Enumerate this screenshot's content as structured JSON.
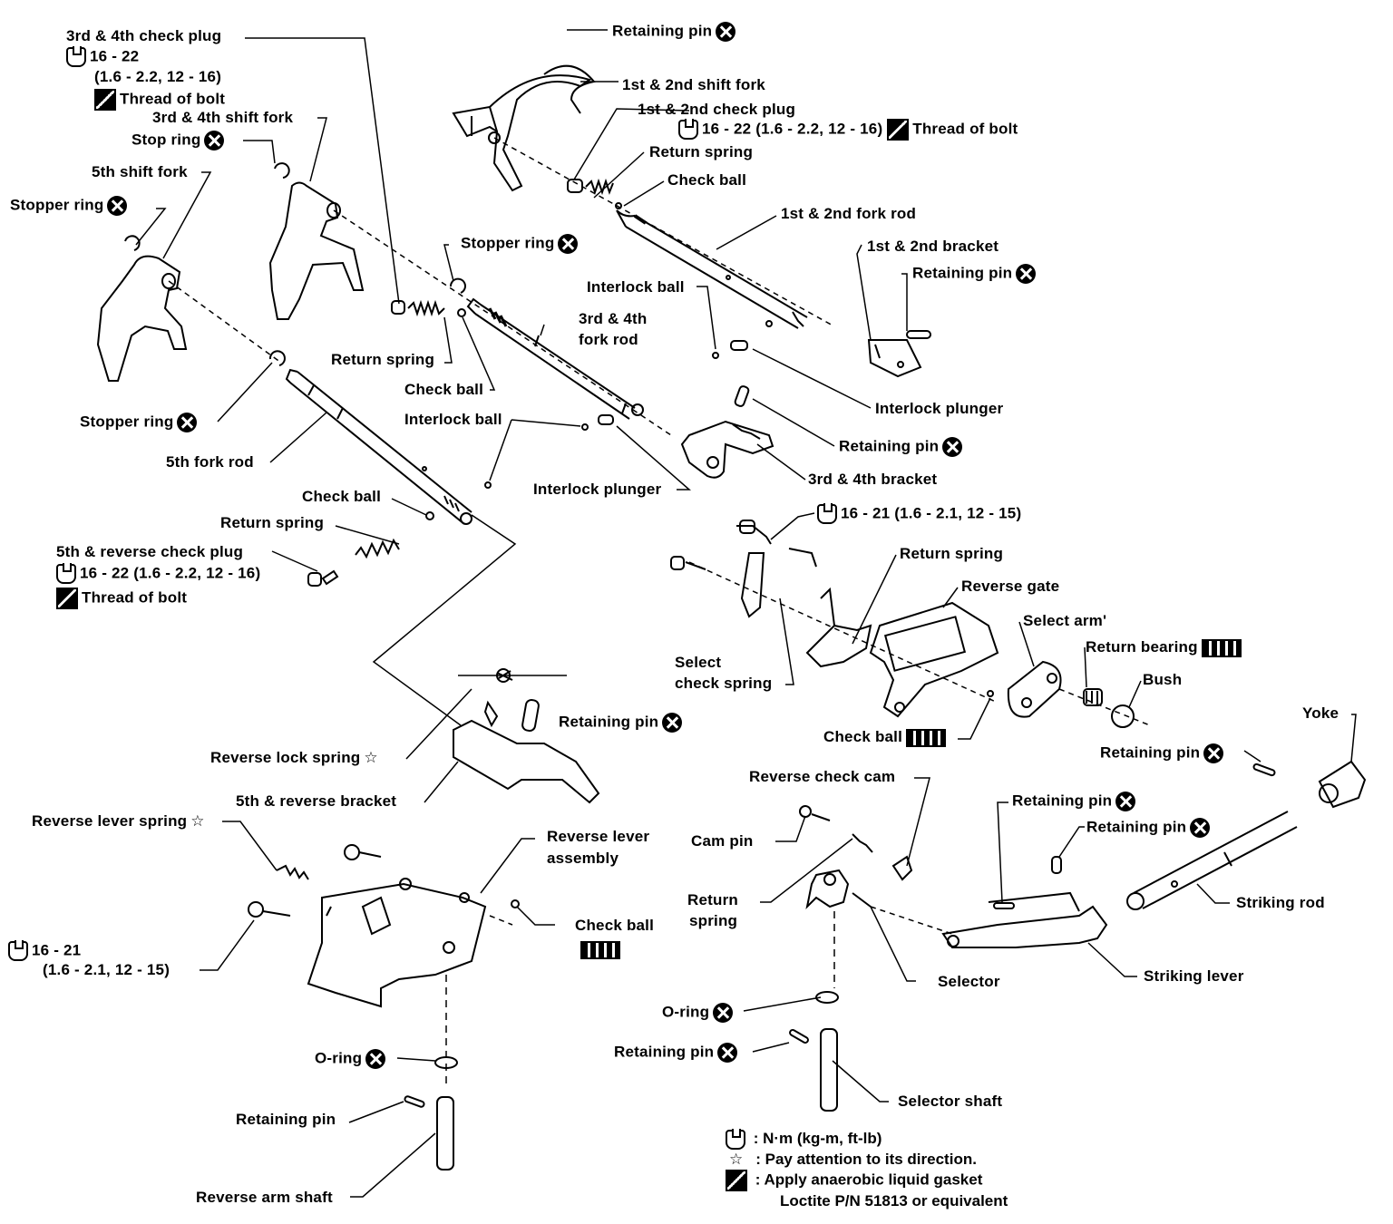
{
  "icons": {
    "replace": "circled-x-icon",
    "torque": "torque-wrench-icon",
    "thread_lock": "thread-locker-icon",
    "grease": "grease-icon",
    "direction": "star-outline-icon"
  },
  "labels": {
    "retaining_pin_top": "Retaining pin",
    "first_second_shift_fork": "1st & 2nd shift fork",
    "first_second_check_plug": "1st & 2nd check plug",
    "first_second_check_plug_torque": "16 - 22 (1.6 - 2.2, 12 - 16)",
    "first_second_check_plug_thread": "Thread of bolt",
    "return_spring_upper": "Return spring",
    "check_ball_upper": "Check ball",
    "first_second_fork_rod": "1st & 2nd fork rod",
    "first_second_bracket": "1st & 2nd bracket",
    "retaining_pin_bracket12": "Retaining pin",
    "third_fourth_check_plug": "3rd & 4th check plug",
    "third_fourth_check_plug_torque1": "16 - 22",
    "third_fourth_check_plug_torque2": "(1.6 - 2.2, 12 - 16)",
    "third_fourth_check_plug_thread": "Thread of bolt",
    "third_fourth_shift_fork": "3rd & 4th shift fork",
    "stop_ring": "Stop ring",
    "fifth_shift_fork": "5th shift fork",
    "stopper_ring_left": "Stopper ring",
    "stopper_ring_mid": "Stopper ring",
    "interlock_ball_upper": "Interlock ball",
    "third_fourth_fork_rod1": "3rd & 4th",
    "third_fourth_fork_rod2": "fork rod",
    "return_spring_mid": "Return spring",
    "check_ball_mid": "Check ball",
    "interlock_plunger_upper": "Interlock plunger",
    "interlock_ball_mid": "Interlock ball",
    "retaining_pin_bracket34": "Retaining pin",
    "stopper_ring_lower": "Stopper ring",
    "fifth_fork_rod": "5th fork rod",
    "third_fourth_bracket": "3rd & 4th bracket",
    "interlock_plunger_lower": "Interlock plunger",
    "check_ball_lower": "Check ball",
    "select_torque": "16 - 21 (1.6 - 2.1, 12 - 15)",
    "return_spring_lower": "Return spring",
    "fifth_rev_check_plug": "5th & reverse check plug",
    "fifth_rev_check_plug_torque": "16 - 22 (1.6 - 2.2, 12 - 16)",
    "fifth_rev_check_plug_thread": "Thread of bolt",
    "return_spring_select": "Return spring",
    "reverse_gate": "Reverse gate",
    "select_arm": "Select arm'",
    "return_bearing": "Return bearing",
    "select_check_spring1": "Select",
    "select_check_spring2": "check spring",
    "bush": "Bush",
    "yoke": "Yoke",
    "retaining_pin_rev_bracket": "Retaining pin",
    "check_ball_gate": "Check ball",
    "reverse_lock_spring": "Reverse lock spring",
    "retaining_pin_yoke": "Retaining pin",
    "reverse_check_cam": "Reverse check cam",
    "fifth_rev_bracket": "5th & reverse bracket",
    "retaining_pin_lever1": "Retaining pin",
    "reverse_lever_spring": "Reverse lever spring",
    "retaining_pin_lever2": "Retaining pin",
    "cam_pin": "Cam pin",
    "reverse_lever_assembly1": "Reverse lever",
    "reverse_lever_assembly2": "assembly",
    "return_spring_cam1": "Return",
    "return_spring_cam2": "spring",
    "striking_rod": "Striking rod",
    "check_ball_rev": "Check ball",
    "rev_torque1": "16 - 21",
    "rev_torque2": "(1.6 - 2.1, 12 - 15)",
    "selector": "Selector",
    "striking_lever": "Striking lever",
    "o_ring_right": "O-ring",
    "retaining_pin_selector": "Retaining pin",
    "o_ring_left": "O-ring",
    "selector_shaft": "Selector shaft",
    "retaining_pin_rev_arm": "Retaining pin",
    "reverse_arm_shaft": "Reverse arm shaft"
  },
  "legend": {
    "torque_unit": ": N·m (kg-m, ft-lb)",
    "direction_note": ": Pay attention to its direction.",
    "thread_note1": ": Apply anaerobic liquid gasket",
    "thread_note2": "Loctite P/N 51813 or equivalent"
  }
}
